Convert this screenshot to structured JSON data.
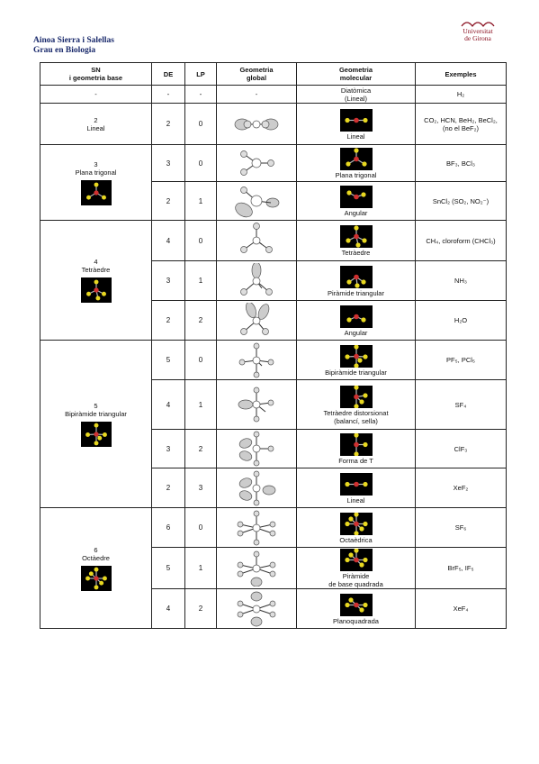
{
  "header": {
    "author": "Ainoa Sierra i Salellas",
    "course": "Grau en Biologia",
    "logo_line1": "Universitat",
    "logo_line2": "de Girona"
  },
  "table": {
    "headers": {
      "sn": [
        "SN",
        "i geometria base"
      ],
      "de": "DE",
      "lp": "LP",
      "global": [
        "Geometria",
        "global"
      ],
      "molecular": [
        "Geometria",
        "molecular"
      ],
      "examples": "Exemples"
    },
    "groups": [
      {
        "sn_num": "-",
        "sn_name": "",
        "has_img": false,
        "rows": [
          {
            "de": "-",
            "lp": "-",
            "global": "-",
            "mol": [
              "Diatòmica",
              "(Lineal)"
            ],
            "ex": "H₂",
            "mol_img": false,
            "geo": "none"
          }
        ]
      },
      {
        "sn_num": "2",
        "sn_name": "Lineal",
        "has_img": false,
        "rows": [
          {
            "de": "2",
            "lp": "0",
            "global": "",
            "mol": [
              "Lineal"
            ],
            "ex": "CO₂, HCN, BeH₂, BeCl₂, (no el BeF₂)",
            "mol_img": true,
            "geo": "linear"
          }
        ]
      },
      {
        "sn_num": "3",
        "sn_name": "Plana trigonal",
        "has_img": true,
        "rows": [
          {
            "de": "3",
            "lp": "0",
            "global": "",
            "mol": [
              "Plana trigonal"
            ],
            "ex": "BF₃, BCl₃",
            "mol_img": true,
            "geo": "trig"
          },
          {
            "de": "2",
            "lp": "1",
            "global": "",
            "mol": [
              "Angular"
            ],
            "ex": "SnCl₂ (SO₂, NO₂⁻)",
            "mol_img": true,
            "geo": "trig1"
          }
        ]
      },
      {
        "sn_num": "4",
        "sn_name": "Tetràedre",
        "has_img": true,
        "rows": [
          {
            "de": "4",
            "lp": "0",
            "global": "",
            "mol": [
              "Tetràedre"
            ],
            "ex": "CH₄, cloroform (CHCl₃)",
            "mol_img": true,
            "geo": "tet"
          },
          {
            "de": "3",
            "lp": "1",
            "global": "",
            "mol": [
              "Piràmide triangular"
            ],
            "ex": "NH₃",
            "mol_img": true,
            "geo": "tet1"
          },
          {
            "de": "2",
            "lp": "2",
            "global": "",
            "mol": [
              "Angular"
            ],
            "ex": "H₂O",
            "mol_img": true,
            "geo": "tet2"
          }
        ]
      },
      {
        "sn_num": "5",
        "sn_name": "Bipiràmide triangular",
        "has_img": true,
        "rows": [
          {
            "de": "5",
            "lp": "0",
            "global": "",
            "mol": [
              "Bipiràmide triangular"
            ],
            "ex": "PF₅, PCl₅",
            "mol_img": true,
            "geo": "tbp"
          },
          {
            "de": "4",
            "lp": "1",
            "global": "",
            "mol": [
              "Tetràedre distorsionat",
              "(balancí, sella)"
            ],
            "ex": "SF₄",
            "mol_img": true,
            "geo": "tbp1"
          },
          {
            "de": "3",
            "lp": "2",
            "global": "",
            "mol": [
              "Forma de T"
            ],
            "ex": "ClF₃",
            "mol_img": true,
            "geo": "tbp2"
          },
          {
            "de": "2",
            "lp": "3",
            "global": "",
            "mol": [
              "Lineal"
            ],
            "ex": "XeF₂",
            "mol_img": true,
            "geo": "tbp3"
          }
        ]
      },
      {
        "sn_num": "6",
        "sn_name": "Octàedre",
        "has_img": true,
        "rows": [
          {
            "de": "6",
            "lp": "0",
            "global": "",
            "mol": [
              "Octaèdrica"
            ],
            "ex": "SF₆",
            "mol_img": true,
            "geo": "oct"
          },
          {
            "de": "5",
            "lp": "1",
            "global": "",
            "mol": [
              "Piràmide",
              "de base quadrada"
            ],
            "ex": "BrF₅, IF₅",
            "mol_img": true,
            "geo": "oct1"
          },
          {
            "de": "4",
            "lp": "2",
            "global": "",
            "mol": [
              "Planoquadrada"
            ],
            "ex": "XeF₄",
            "mol_img": true,
            "geo": "oct2"
          }
        ]
      }
    ]
  },
  "colors": {
    "logo": "#8a1020",
    "author": "#1a2a6c",
    "atom_center": "#d03030",
    "atom_ligand": "#e8d820"
  }
}
